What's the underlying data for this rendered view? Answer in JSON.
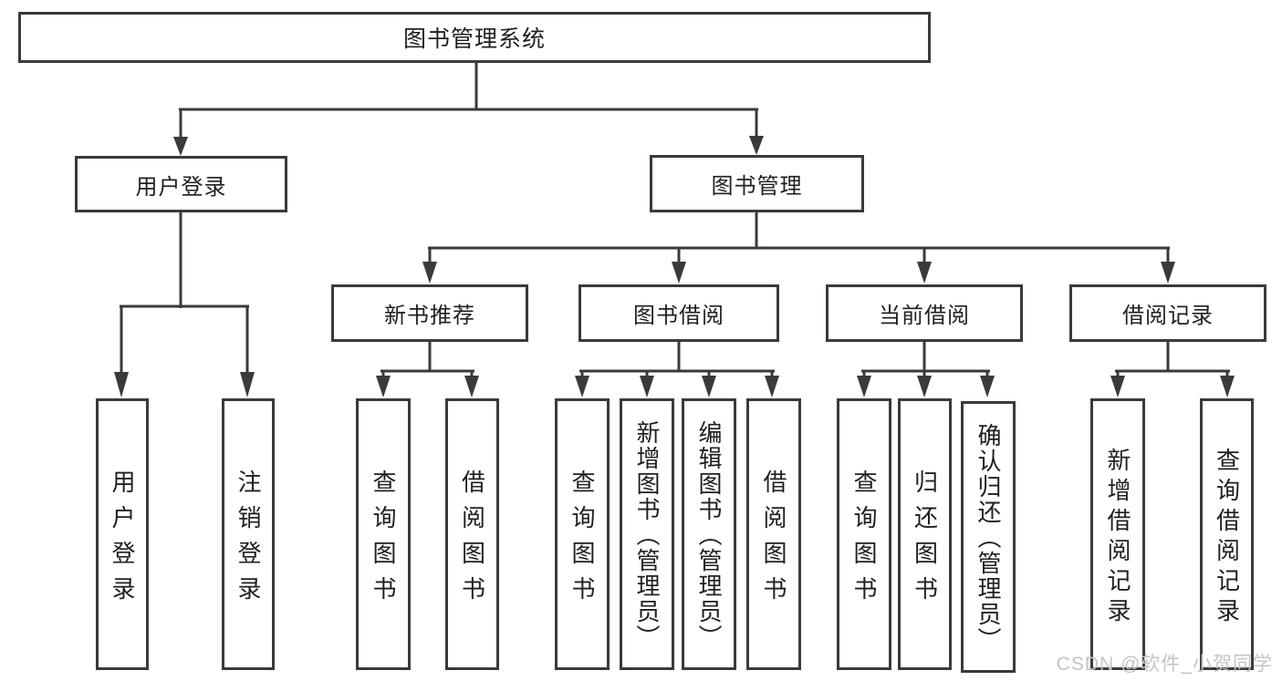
{
  "diagram": {
    "root": "图书管理系统",
    "user_login": {
      "label": "用户登录",
      "children": [
        "用户登录",
        "注销登录"
      ]
    },
    "book_mgmt": {
      "label": "图书管理",
      "groups": [
        {
          "label": "新书推荐",
          "children": [
            "查询图书",
            "借阅图书"
          ]
        },
        {
          "label": "图书借阅",
          "children": [
            "查询图书",
            "新增图书（管理员）",
            "编辑图书（管理员）",
            "借阅图书"
          ]
        },
        {
          "label": "当前借阅",
          "children": [
            "查询图书",
            "归还图书",
            "确认归还（管理员）"
          ]
        },
        {
          "label": "借阅记录",
          "children": [
            "新增借阅记录",
            "查询借阅记录"
          ]
        }
      ]
    }
  },
  "watermark": "CSDN @软件_小贺同学",
  "colors": {
    "line": "#3a3a3a",
    "text": "#1f1f1f",
    "watermark": "#c3c4c8",
    "background": "#ffffff"
  }
}
